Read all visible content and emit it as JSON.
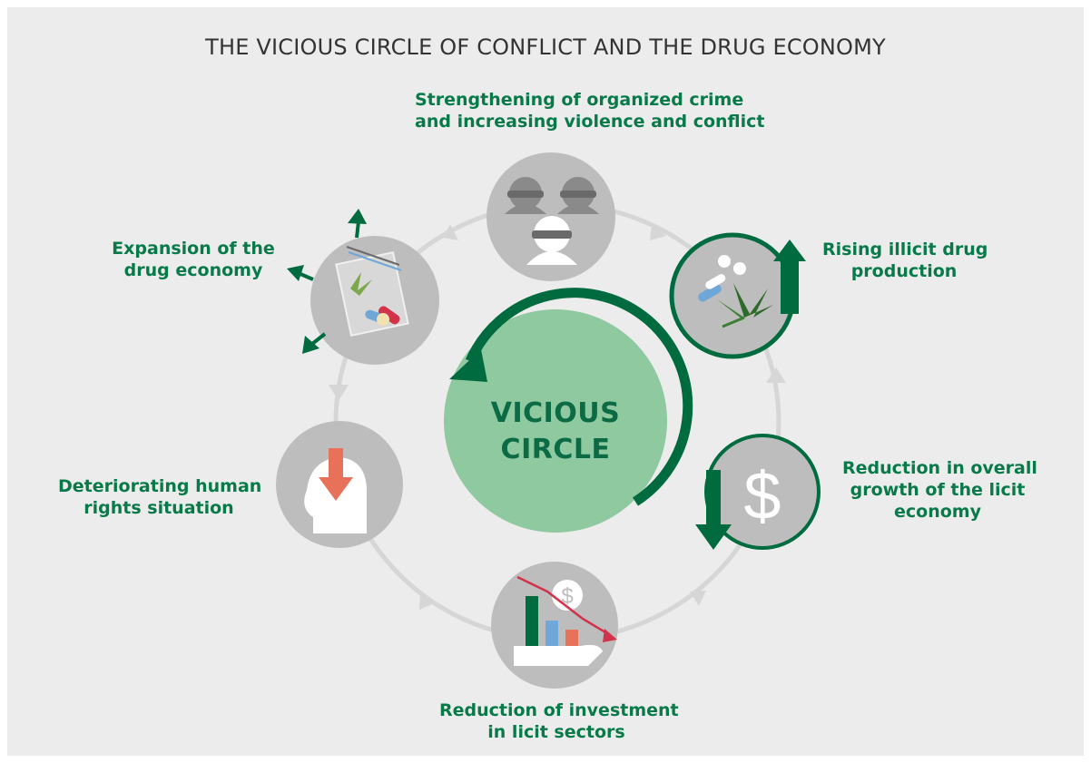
{
  "title": "THE VICIOUS CIRCLE OF CONFLICT AND THE DRUG ECONOMY",
  "center": {
    "line1": "VICIOUS",
    "line2": "CIRCLE"
  },
  "nodes": {
    "crime": {
      "line1": "Strengthening of organized crime",
      "line2": "and increasing violence and conflict"
    },
    "production": {
      "line1": "Rising illicit drug",
      "line2": "production"
    },
    "licit_economy": {
      "line1": "Reduction in overall",
      "line2": "growth of the licit",
      "line3": "economy"
    },
    "investment": {
      "line1": "Reduction of investment",
      "line2": "in licit sectors"
    },
    "human_rights": {
      "line1": "Deteriorating human",
      "line2": "rights situation"
    },
    "expansion": {
      "line1": "Expansion of the",
      "line2": "drug economy"
    }
  },
  "colors": {
    "background": "#ececec",
    "label_green": "#087a4a",
    "dark_green": "#006b3f",
    "center_fill": "#8fc9a0",
    "node_gray": "#bdbdbd",
    "ring_gray": "#d6d6d6",
    "salmon": "#e8715a",
    "blue": "#6fa8d8",
    "red_line": "#d2334a"
  },
  "icons": {
    "crime": "masked-criminals-icon",
    "production": "cannabis-pills-icon",
    "licit_economy": "dollar-sign-icon",
    "investment": "falling-chart-hand-icon",
    "human_rights": "head-down-arrow-icon",
    "expansion": "drug-bag-icon"
  }
}
